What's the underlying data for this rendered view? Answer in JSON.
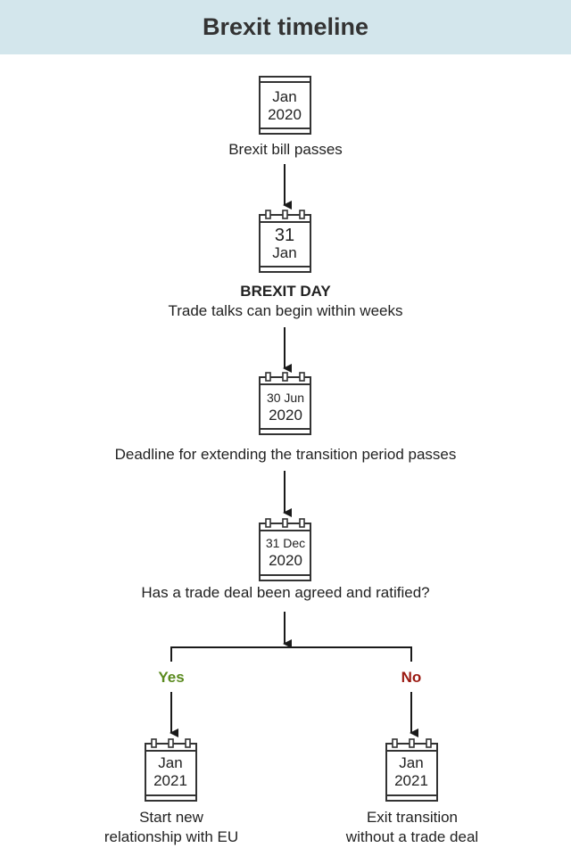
{
  "title": "Brexit timeline",
  "events": [
    {
      "date_line1": "Jan",
      "date_line2": "2020",
      "caption": "Brexit bill passes"
    },
    {
      "date_line1": "31",
      "date_line2": "Jan",
      "caption_bold": "BREXIT DAY",
      "caption": "Trade talks can begin within weeks"
    },
    {
      "date_line1": "30 Jun",
      "date_line2": "2020",
      "caption": "Deadline for extending the transition period passes"
    },
    {
      "date_line1": "31 Dec",
      "date_line2": "2020",
      "caption": "Has a trade deal been agreed and ratified?"
    }
  ],
  "branches": {
    "yes": {
      "label": "Yes",
      "date_line1": "Jan",
      "date_line2": "2021",
      "caption_line1": "Start new",
      "caption_line2": "relationship with EU"
    },
    "no": {
      "label": "No",
      "date_line1": "Jan",
      "date_line2": "2021",
      "caption_line1": "Exit transition",
      "caption_line2": "without a trade deal"
    }
  },
  "colors": {
    "header_bg": "#d3e6ec",
    "yes": "#5a8a1e",
    "no": "#9b1a12"
  },
  "icons": [
    "calendar-icon",
    "arrow-down-icon"
  ]
}
